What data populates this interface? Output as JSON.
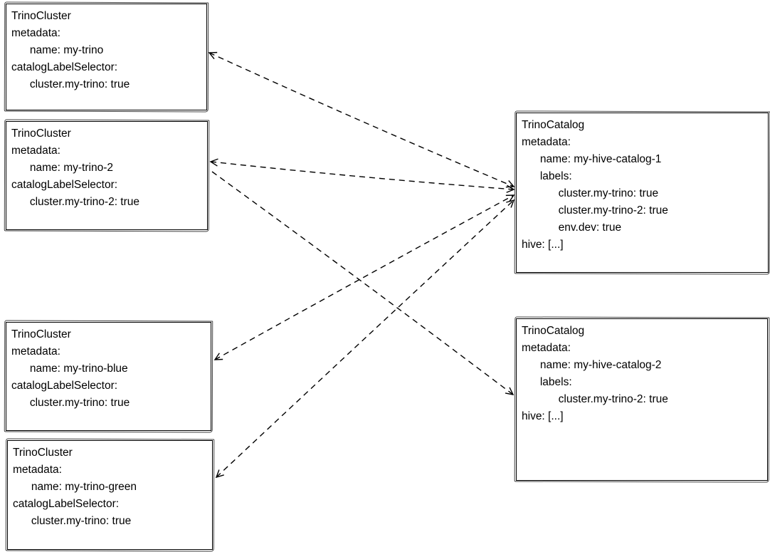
{
  "diagram": {
    "background": "#ffffff",
    "stroke_color": "#000000",
    "boxes": [
      {
        "id": "my-trino",
        "kind": "TrinoCluster",
        "lines": [
          "TrinoCluster",
          "metadata:",
          "      name: my-trino",
          "catalogLabelSelector:",
          "      cluster.my-trino: true"
        ]
      },
      {
        "id": "my-trino-2",
        "kind": "TrinoCluster",
        "lines": [
          "TrinoCluster",
          "metadata:",
          "      name: my-trino-2",
          "catalogLabelSelector:",
          "      cluster.my-trino-2: true"
        ]
      },
      {
        "id": "my-trino-blue",
        "kind": "TrinoCluster",
        "lines": [
          "TrinoCluster",
          "metadata:",
          "      name: my-trino-blue",
          "catalogLabelSelector:",
          "      cluster.my-trino: true"
        ]
      },
      {
        "id": "my-trino-green",
        "kind": "TrinoCluster",
        "lines": [
          "TrinoCluster",
          "metadata:",
          "      name: my-trino-green",
          "catalogLabelSelector:",
          "      cluster.my-trino: true"
        ]
      },
      {
        "id": "my-hive-catalog-1",
        "kind": "TrinoCatalog",
        "lines": [
          "TrinoCatalog",
          "metadata:",
          "      name: my-hive-catalog-1",
          "      labels:",
          "            cluster.my-trino: true",
          "            cluster.my-trino-2: true",
          "            env.dev: true",
          "hive: [...]"
        ]
      },
      {
        "id": "my-hive-catalog-2",
        "kind": "TrinoCatalog",
        "lines": [
          "TrinoCatalog",
          "metadata:",
          "      name: my-hive-catalog-2",
          "      labels:",
          "            cluster.my-trino-2: true",
          "hive: [...]"
        ]
      }
    ],
    "edges": [
      {
        "from": "my-hive-catalog-1",
        "to": "my-trino",
        "style": "dashed",
        "arrows": "both"
      },
      {
        "from": "my-hive-catalog-1",
        "to": "my-trino-2",
        "style": "dashed",
        "arrows": "both"
      },
      {
        "from": "my-hive-catalog-1",
        "to": "my-trino-blue",
        "style": "dashed",
        "arrows": "both"
      },
      {
        "from": "my-hive-catalog-1",
        "to": "my-trino-green",
        "style": "dashed",
        "arrows": "both"
      },
      {
        "from": "my-trino-2",
        "to": "my-hive-catalog-2",
        "style": "dashed",
        "arrows": "end"
      }
    ]
  }
}
